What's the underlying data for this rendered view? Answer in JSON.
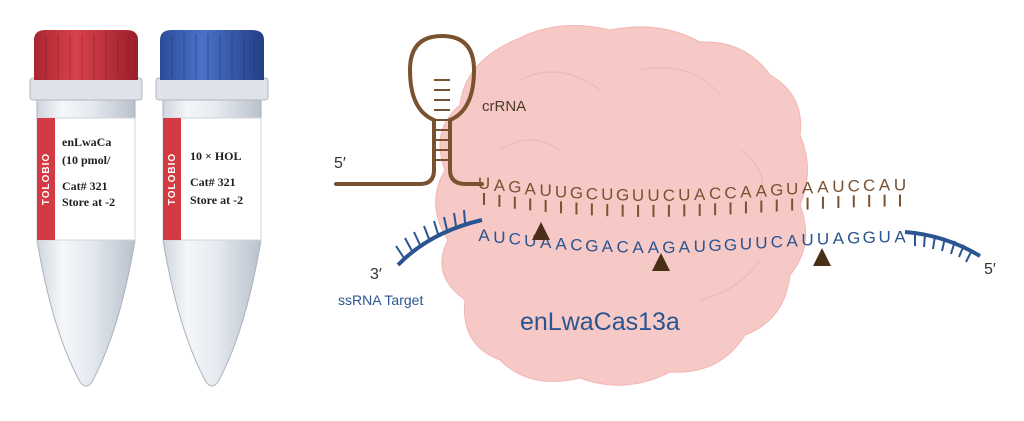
{
  "tubes": [
    {
      "brand": "TOLOBIO",
      "cap_color": "#c8323c",
      "line1": "enLwaCa",
      "line2": "(10 pmol/",
      "line3": "Cat# 321",
      "line4": "Store at -2"
    },
    {
      "brand": "TOLOBIO",
      "cap_color": "#3a5fb5",
      "line1": "10 × HOL",
      "line2": "",
      "line3": "Cat# 321",
      "line4": "Store at -2"
    }
  ],
  "diagram": {
    "crrna_label": "crRNA",
    "five_prime_left": "5′",
    "three_prime_left": "3′",
    "five_prime_right": "5′",
    "target_label": "ssRNA Target",
    "protein_label": "enLwaCas13a",
    "crrna_seq": "UAGAUUGCUGUUCUACCAAGUAAUCCAU",
    "target_seq": "AUCUAACGACAAGAUGGUUCAUUAGGUA",
    "crrna_color": "#7a5230",
    "target_color": "#2a5590",
    "protein_color": "#f7c9c6"
  }
}
